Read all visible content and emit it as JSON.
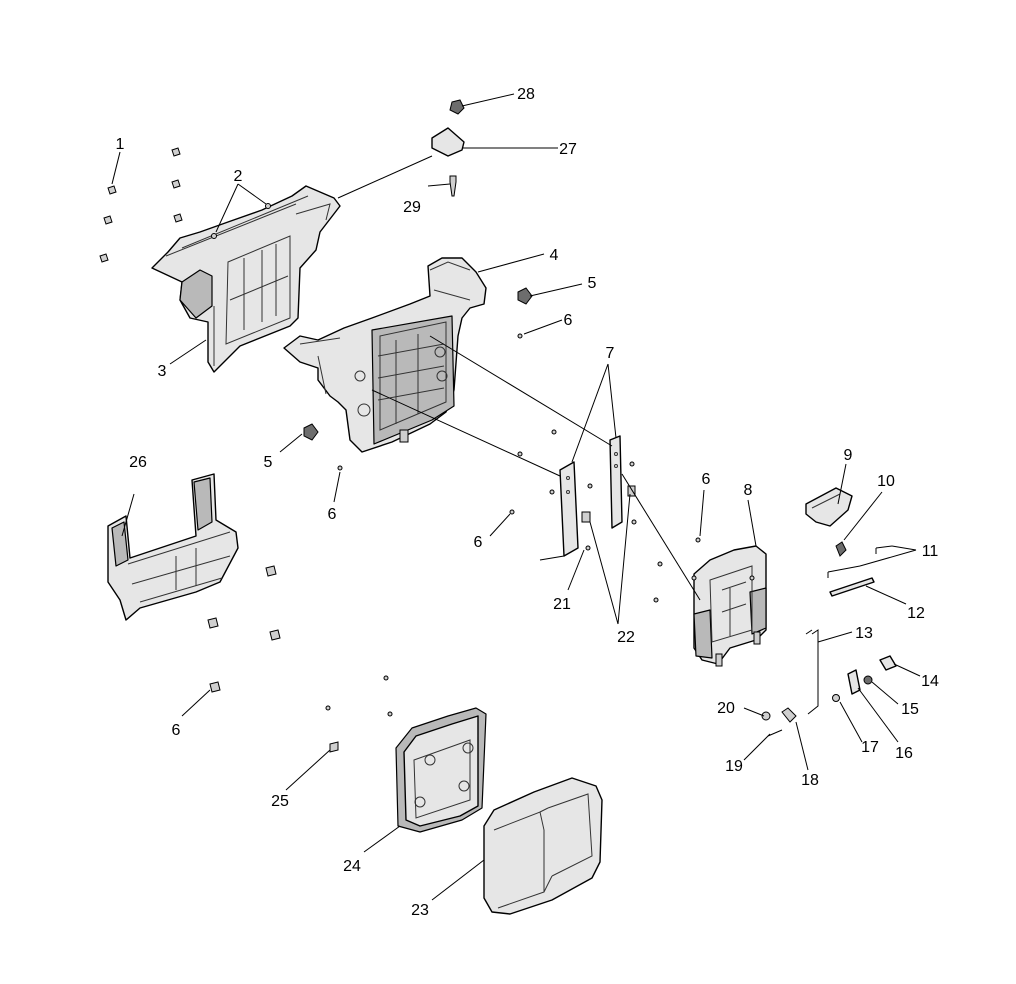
{
  "callouts": [
    "1",
    "2",
    "3",
    "4",
    "5",
    "5",
    "6",
    "6",
    "6",
    "6",
    "6",
    "7",
    "8",
    "9",
    "10",
    "11",
    "12",
    "13",
    "14",
    "15",
    "16",
    "17",
    "18",
    "19",
    "20",
    "21",
    "22",
    "23",
    "24",
    "25",
    "26",
    "27",
    "28",
    "29"
  ],
  "colors": {
    "background": "#ffffff",
    "line": "#000000",
    "part_fill": "#e6e6e6",
    "part_shadow": "#b9b9b9"
  }
}
